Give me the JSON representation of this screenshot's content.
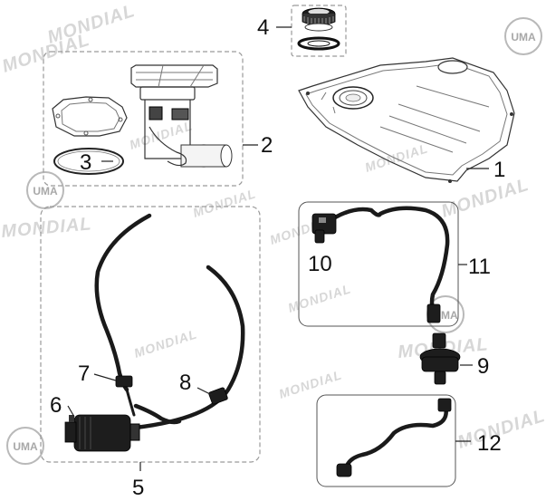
{
  "watermark": {
    "brand": "MONDIAL",
    "logo_text": "UMA"
  },
  "callouts": {
    "n1": "1",
    "n2": "2",
    "n3": "3",
    "n4": "4",
    "n5": "5",
    "n6": "6",
    "n7": "7",
    "n8": "8",
    "n9": "9",
    "n10": "10",
    "n11": "11",
    "n12": "12"
  }
}
